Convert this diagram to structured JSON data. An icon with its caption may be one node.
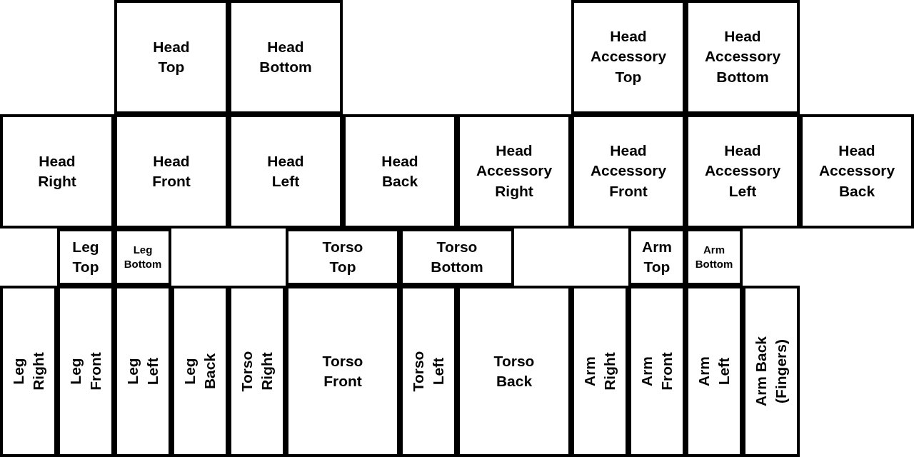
{
  "diagram": {
    "nodes": [
      {
        "text": [
          "Head Top"
        ]
      },
      {
        "text": [
          "Head Bottom"
        ]
      },
      {
        "text": [
          "Head Accessory Top"
        ]
      },
      {
        "text": [
          "Head Accessory Bottom"
        ]
      },
      {
        "text": [
          "Head Right"
        ]
      },
      {
        "text": [
          "Head Front"
        ]
      },
      {
        "text": [
          "Head Left"
        ]
      },
      {
        "text": [
          "Head Back"
        ]
      },
      {
        "text": [
          "Head Accessory Right"
        ]
      },
      {
        "text": [
          "Head Accessory Front"
        ]
      },
      {
        "text": [
          "Head Accessory Left"
        ]
      },
      {
        "text": [
          "Head Accessory Back"
        ]
      },
      {
        "text": [
          "Leg Top"
        ]
      },
      {
        "text": [
          "Leg Bottom"
        ]
      },
      {
        "text": [
          "Torso Top"
        ]
      },
      {
        "text": [
          "Torso Bottom"
        ]
      },
      {
        "text": [
          "Arm Top"
        ]
      },
      {
        "text": [
          "Arm Bottom"
        ]
      },
      {
        "text": [
          "Leg Right"
        ]
      },
      {
        "text": [
          "Leg Front"
        ]
      },
      {
        "text": [
          "Leg Left"
        ]
      },
      {
        "text": [
          "Leg Back"
        ]
      },
      {
        "text": [
          "Torso Right"
        ]
      },
      {
        "text": [
          "Torso Front"
        ]
      },
      {
        "text": [
          "Torso Left"
        ]
      },
      {
        "text": [
          "Torso Back"
        ]
      },
      {
        "text": [
          "Arm Right"
        ]
      },
      {
        "text": [
          "Arm Front"
        ]
      },
      {
        "text": [
          "Arm Left"
        ]
      },
      {
        "text": [
          "Arm Back (Fingers)"
        ]
      }
    ]
  }
}
